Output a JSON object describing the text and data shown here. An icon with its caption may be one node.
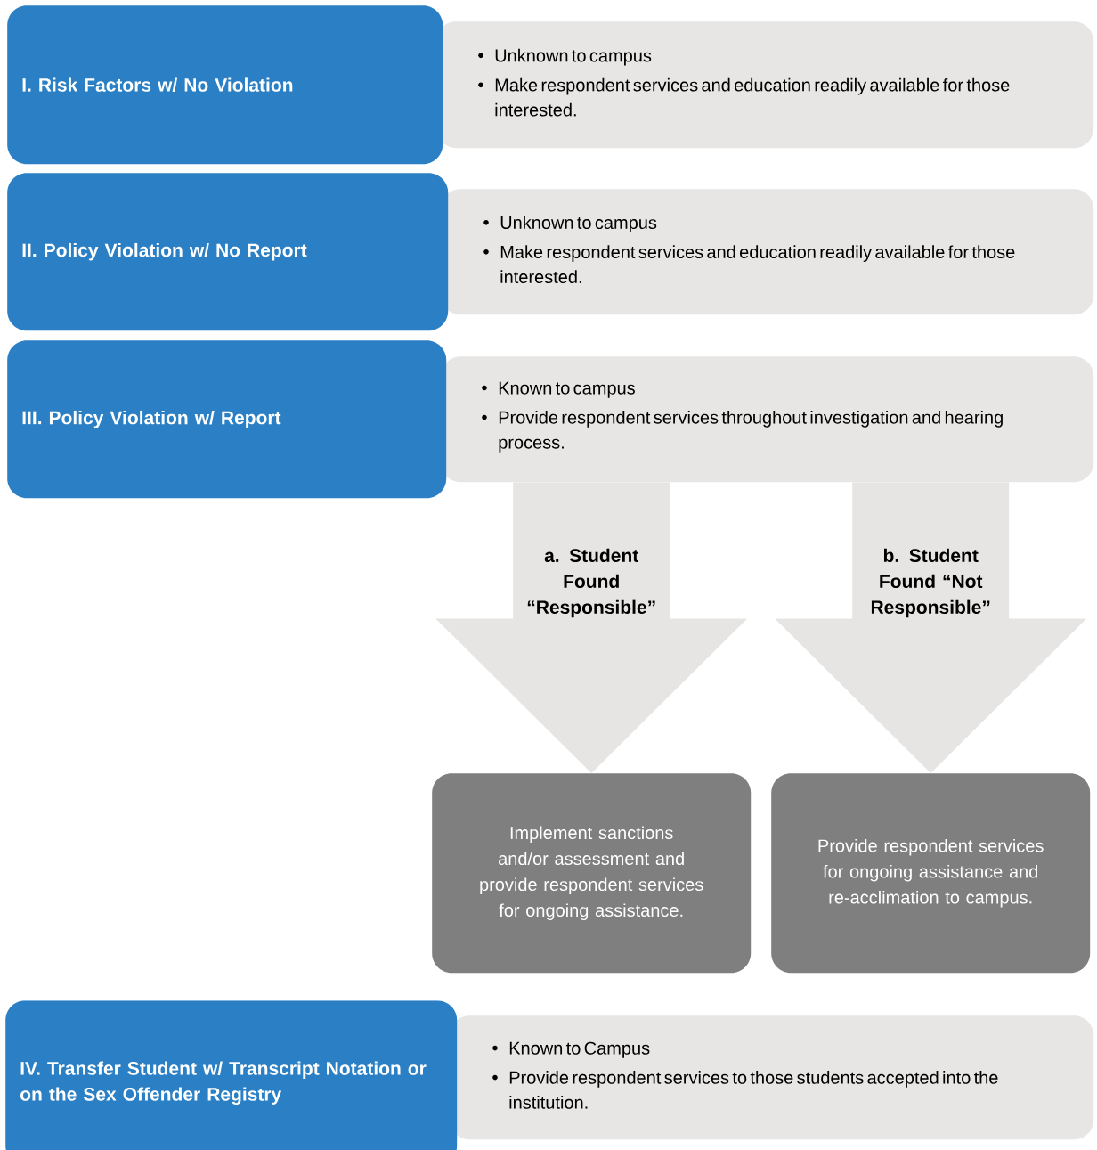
{
  "diagram": {
    "nodes": [
      {
        "text": [
          "I. Risk Factors w/ No Violation"
        ]
      },
      {
        "text": [
          "Unknown to campus",
          "Make respondent services and education readily available for those interested."
        ]
      },
      {
        "text": [
          "II. Policy Violation w/ No Report"
        ]
      },
      {
        "text": [
          "Unknown to campus",
          "Make respondent services and education readily available for those interested."
        ]
      },
      {
        "text": [
          "III. Policy Violation w/ Report"
        ]
      },
      {
        "text": [
          "Known to campus",
          "Provide respondent services throughout investigation and hearing process."
        ]
      },
      {
        "text": [
          "Implement sanctions and/or assessment and provide respondent services for ongoing assistance."
        ]
      },
      {
        "text": [
          "Provide respondent services for ongoing assistance and re-acclimation to campus."
        ]
      },
      {
        "text": [
          "IV. Transfer Student w/ Transcript Notation or on the Sex Offender Registry"
        ]
      },
      {
        "text": [
          "Known to Campus",
          "Provide respondent services to those students accepted into the institution."
        ]
      }
    ],
    "edges": [
      {
        "from": 5,
        "to": 6,
        "arrow": "to",
        "label": "a. Student Found “Responsible”"
      },
      {
        "from": 5,
        "to": 7,
        "arrow": "to",
        "label": "b. Student Found “Not Responsible”"
      }
    ]
  }
}
